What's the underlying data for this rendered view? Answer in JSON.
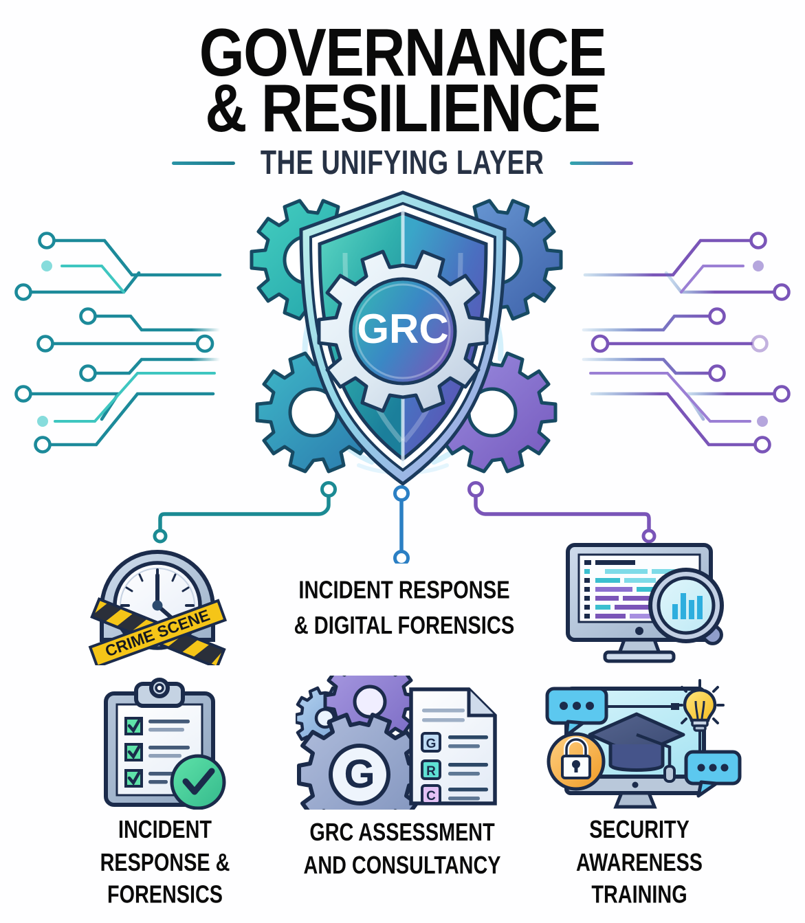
{
  "header": {
    "title_line_1": "GOVERNANCE",
    "title_line_2": "& RESILIENCE",
    "subtitle": "THE UNIFYING LAYER",
    "divider_left_icon": "divider-line-teal",
    "divider_right_icon": "divider-line-gradient"
  },
  "emblem": {
    "center_label": "GRC",
    "shield_icon": "shield-icon",
    "gear_icons": [
      "gear-top-left-icon",
      "gear-top-right-icon",
      "gear-bottom-left-icon",
      "gear-bottom-right-icon"
    ],
    "center_gear_icon": "center-gear-icon",
    "glow_icon": "glow-arc-icon"
  },
  "circuits": {
    "left_icon": "circuit-trace-left-icon",
    "right_icon": "circuit-trace-right-icon"
  },
  "connectors": {
    "left_icon": "connector-left-icon",
    "center_icon": "connector-center-icon",
    "right_icon": "connector-right-icon"
  },
  "featured": {
    "label": "INCIDENT RESPONSE\n& DIGITAL FORENSICS",
    "label_line_1": "INCIDENT RESPONSE",
    "label_line_2": "& DIGITAL FORENSICS",
    "left_icon": "crime-scene-clock-icon",
    "left_icon_tape_text": "CRIME SCENE",
    "right_icon": "monitor-magnifier-icon"
  },
  "cards": [
    {
      "icon": "clipboard-checklist-icon",
      "label_line_1": "INCIDENT",
      "label_line_2": "RESPONSE &",
      "label_line_3": "FORENSICS",
      "label": "INCIDENT RESPONSE & FORENSICS"
    },
    {
      "icon": "gears-document-icon",
      "icon_gear_letter": "G",
      "doc_badges": [
        "G",
        "R",
        "C"
      ],
      "label_line_1": "GRC ASSESSMENT",
      "label_line_2": "AND CONSULTANCY",
      "label_line_3": "",
      "label": "GRC ASSESSMENT AND CONSULTANCY"
    },
    {
      "icon": "security-training-monitor-icon",
      "label_line_1": "SECURITY",
      "label_line_2": "AWARENESS",
      "label_line_3": "TRAINING",
      "label": "SECURITY AWARENESS TRAINING"
    }
  ],
  "colors": {
    "background": "#fefeff",
    "title_text": "#0a0a0a",
    "subtitle_text": "#273245",
    "teal": "#1c8a9a",
    "teal_light": "#3ec6c0",
    "purple": "#7a55b8",
    "purple_light": "#9b7fd4",
    "blue": "#2b7fc4",
    "navy": "#1b2b4b",
    "green_check": "#3fcb9a",
    "yellow_tape": "#f5c518",
    "orange_lock": "#f0a030",
    "bulb_yellow": "#ffd24a"
  }
}
